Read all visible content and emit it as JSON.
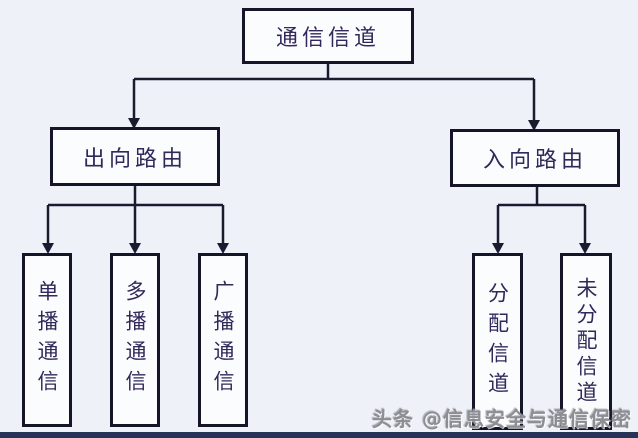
{
  "tree": {
    "root": {
      "label": "通信信道"
    },
    "branches": [
      {
        "label": "出向路由",
        "children": [
          {
            "label": "单播通信"
          },
          {
            "label": "多播通信"
          },
          {
            "label": "广播通信"
          }
        ]
      },
      {
        "label": "入向路由",
        "children": [
          {
            "label": "分配信道"
          },
          {
            "label": "未分配信道"
          }
        ]
      }
    ]
  },
  "watermark": {
    "text": "头条 @信息安全与通信保密"
  },
  "colors": {
    "background": "#eef1f8",
    "box_fill": "#fbfcfe",
    "box_border": "#15152a",
    "text": "#32285a",
    "line": "#1b1b30",
    "bottom_bar": "#263256",
    "watermark": "#8d8e93"
  }
}
